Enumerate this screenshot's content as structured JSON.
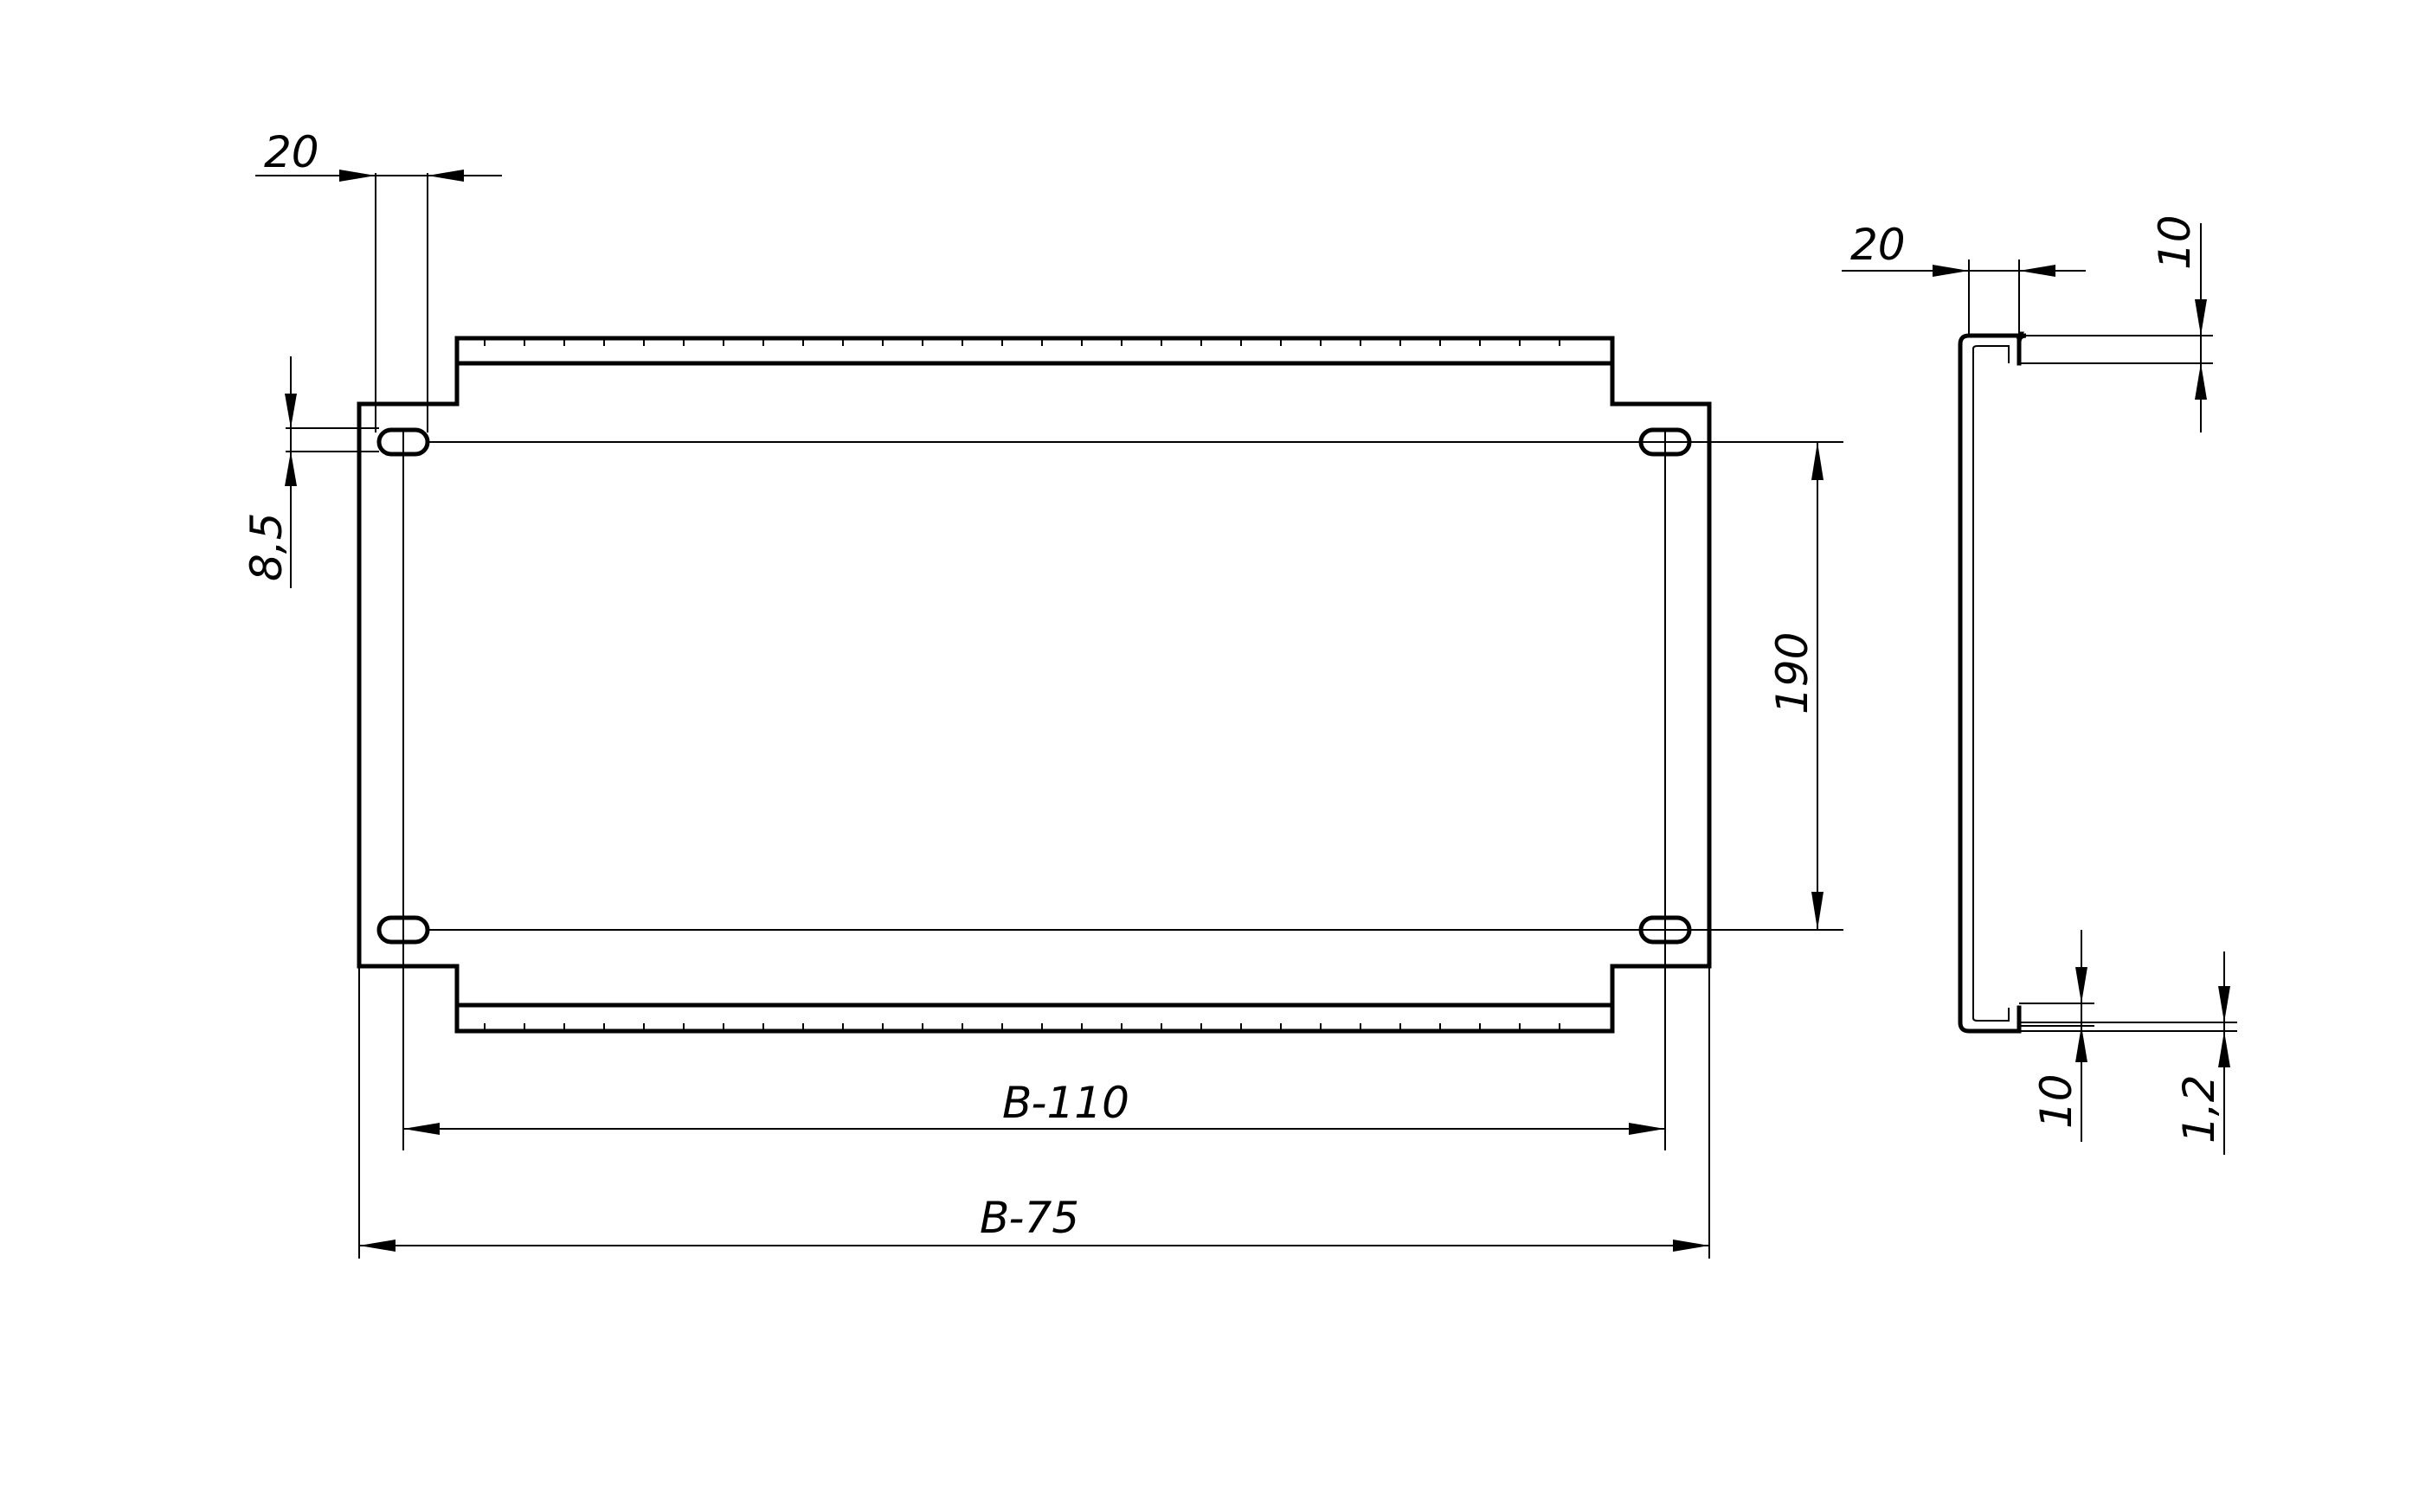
{
  "front_view": {
    "dims": {
      "slot_offset_horizontal": "20",
      "slot_offset_vertical": "8,5",
      "slot_spacing_vertical": "190",
      "inner_width": "B-110",
      "outer_width": "B-75"
    }
  },
  "side_view": {
    "dims": {
      "flange_width": "20",
      "top_flange_height": "10",
      "bottom_flange_height": "10",
      "thickness": "1,2"
    }
  }
}
